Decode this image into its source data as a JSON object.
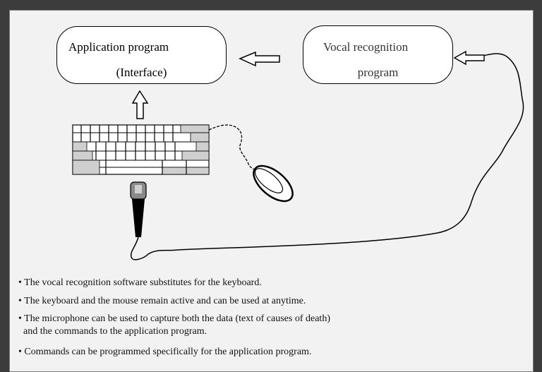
{
  "app_box": {
    "line1": "Application program",
    "line2": "(Interface)"
  },
  "vocal_box": {
    "line1": "Vocal recognition",
    "line2": "program"
  },
  "notes": [
    "• The vocal recognition software substitutes for the keyboard.",
    "• The keyboard and the mouse remain active and can be used at anytime.",
    "• The microphone can be used to capture both the data (text of causes of death)",
    "  and the commands to the application program.",
    "• Commands can be programmed specifically for the application program."
  ],
  "colors": {
    "background": "#3c3c3c",
    "panel": "#f2f2f2",
    "box": "#ffffff",
    "ink": "#000000"
  },
  "icons": [
    "keyboard-icon",
    "mouse-icon",
    "microphone-icon",
    "hollow-arrow-up",
    "hollow-arrow-left"
  ]
}
